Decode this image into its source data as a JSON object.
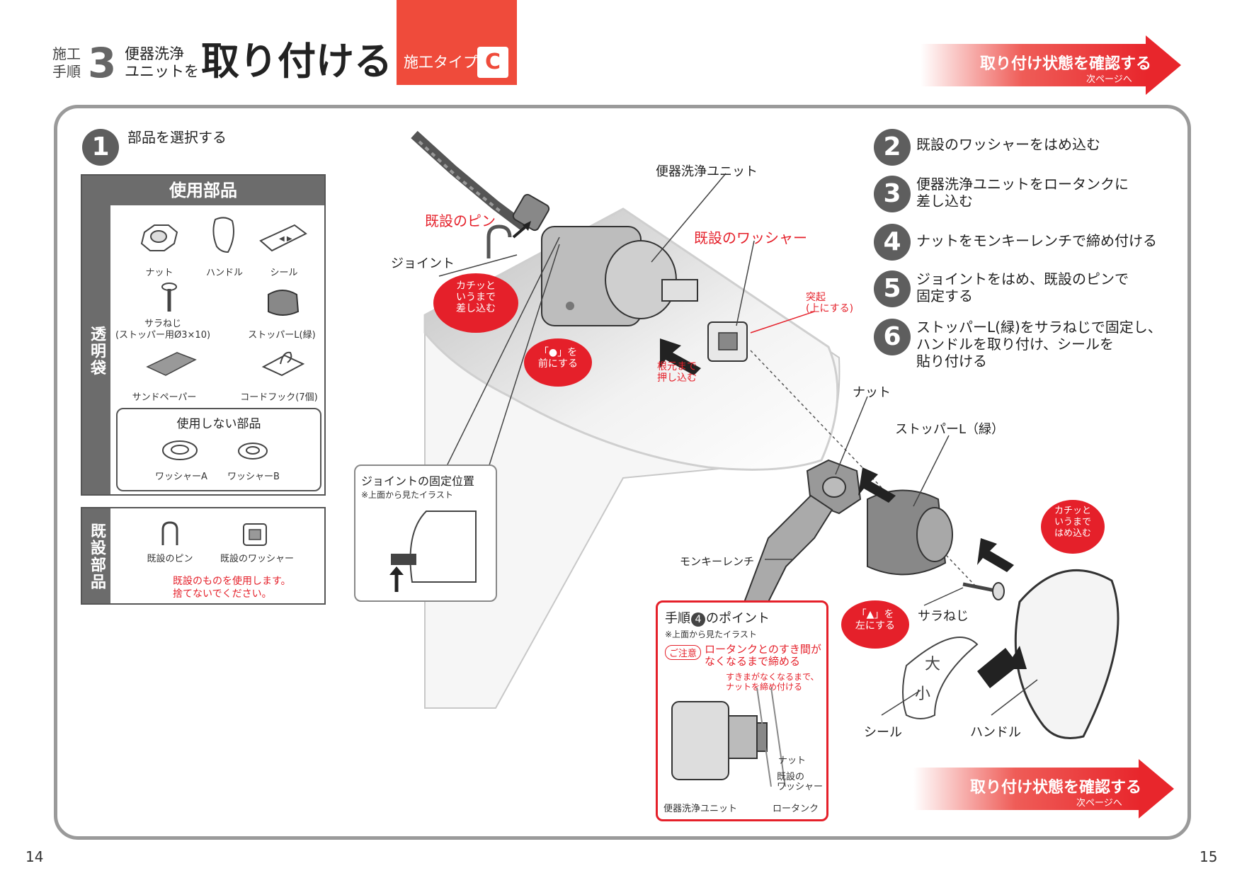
{
  "header": {
    "label_top": "施工",
    "label_bottom": "手順",
    "step_number": "3",
    "unit_line1": "便器洗浄",
    "unit_line2": "ユニットを",
    "title": "取り付ける",
    "type_label": "施工タイプ",
    "type_letter": "C"
  },
  "nav_top": {
    "main": "取り付け状態を確認する",
    "sub": "次ページへ"
  },
  "nav_bottom": {
    "main": "取り付け状態を確認する",
    "sub": "次ページへ"
  },
  "step1": {
    "number": "1",
    "text": "部品を選択する"
  },
  "parts": {
    "header": "使用部品",
    "bag_label": "透明袋",
    "items": [
      {
        "label": "ナット"
      },
      {
        "label": "ハンドル"
      },
      {
        "label": "シール"
      },
      {
        "label": "サラねじ"
      },
      {
        "label": "(ストッパー用Ø3×10)"
      },
      {
        "label": "ストッパーL(緑)"
      },
      {
        "label": "サンドペーパー"
      },
      {
        "label": "コードフック(7個)"
      }
    ],
    "unused_title": "使用しない部品",
    "unused_items": [
      {
        "label": "ワッシャーA"
      },
      {
        "label": "ワッシャーB"
      }
    ],
    "existing_label": "既設部品",
    "existing_items": [
      {
        "label": "既設のピン"
      },
      {
        "label": "既設のワッシャー"
      }
    ],
    "existing_note1": "既設のものを使用します。",
    "existing_note2": "捨てないでください。"
  },
  "steps": [
    {
      "number": "2",
      "line1": "既設のワッシャーをはめ込む",
      "line2": "",
      "line3": ""
    },
    {
      "number": "3",
      "line1": "便器洗浄ユニットをロータンクに",
      "line2": "差し込む",
      "line3": ""
    },
    {
      "number": "4",
      "line1": "ナットをモンキーレンチで締め付ける",
      "line2": "",
      "line3": ""
    },
    {
      "number": "5",
      "line1": "ジョイントをはめ、既設のピンで",
      "line2": "固定する",
      "line3": ""
    },
    {
      "number": "6",
      "line1": "ストッパーL(緑)をサラねじで固定し、",
      "line2": "ハンドルを取り付け、シールを",
      "line3": "貼り付ける"
    }
  ],
  "diagram": {
    "unit_label": "便器洗浄ユニット",
    "pin_label": "既設のピン",
    "joint_label": "ジョイント",
    "washer_label": "既設のワッシャー",
    "click_callout_1": "カチッと",
    "click_callout_2": "いうまで",
    "click_callout_3": "差し込む",
    "dot_callout_1": "「●」を",
    "dot_callout_2": "前にする",
    "push_label_1": "根元まで",
    "push_label_2": "押し込む",
    "bump_label_1": "突起",
    "bump_label_2": "(上にする)",
    "nut_label": "ナット",
    "stopper_label": "ストッパーL（緑）",
    "click2_1": "カチッと",
    "click2_2": "いうまで",
    "click2_3": "はめ込む",
    "wrench_label": "モンキーレンチ",
    "tri_callout_1": "「▲」を",
    "tri_callout_2": "左にする",
    "screw_label": "サラねじ",
    "seal_label": "シール",
    "handle_label": "ハンドル",
    "seal_big": "大",
    "seal_small": "小"
  },
  "joint_inset": {
    "title": "ジョイントの固定位置",
    "note": "※上面から見たイラスト"
  },
  "point_inset": {
    "title_pre": "手順",
    "title_num": "4",
    "title_post": "のポイント",
    "note": "※上面から見たイラスト",
    "caution_tag": "ご注意",
    "caution_1": "ロータンクとのすき間が",
    "caution_2": "なくなるまで締める",
    "sub_1": "すきまがなくなるまで、",
    "sub_2": "ナットを締め付ける",
    "label_nut": "ナット",
    "label_washer_1": "既設の",
    "label_washer_2": "ワッシャー",
    "label_unit": "便器洗浄ユニット",
    "label_tank": "ロータンク"
  },
  "page_left": "14",
  "page_right": "15"
}
